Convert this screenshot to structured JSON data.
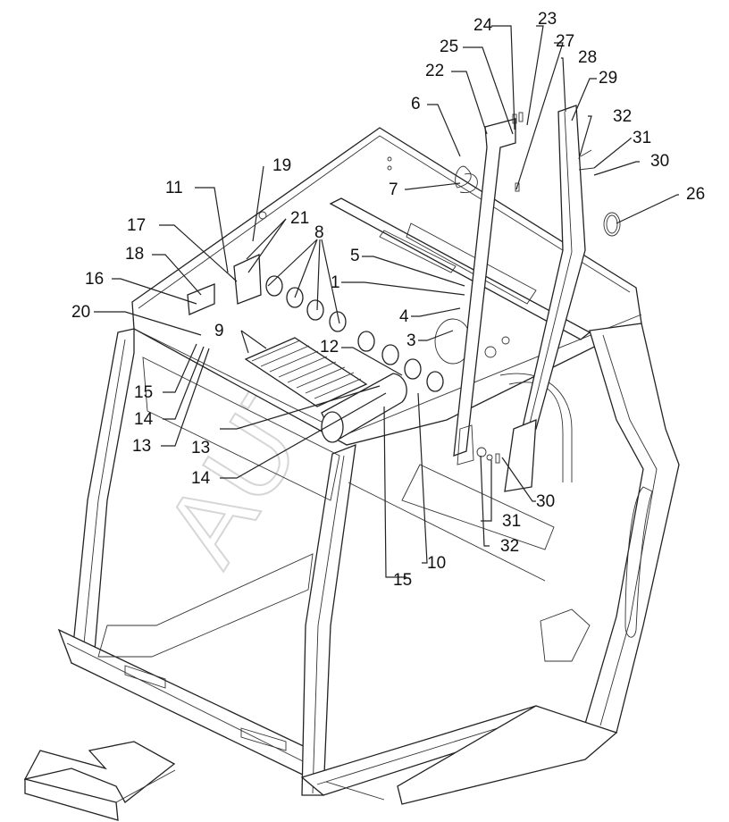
{
  "watermark": "AUTO",
  "labels": [
    {
      "id": "l24",
      "text": "24"
    },
    {
      "id": "l23",
      "text": "23"
    },
    {
      "id": "l25",
      "text": "25"
    },
    {
      "id": "l27",
      "text": "27"
    },
    {
      "id": "l22",
      "text": "22"
    },
    {
      "id": "l28",
      "text": "28"
    },
    {
      "id": "l29",
      "text": "29"
    },
    {
      "id": "l6",
      "text": "6"
    },
    {
      "id": "l32a",
      "text": "32"
    },
    {
      "id": "l31a",
      "text": "31"
    },
    {
      "id": "l30a",
      "text": "30"
    },
    {
      "id": "l19",
      "text": "19"
    },
    {
      "id": "l7",
      "text": "7"
    },
    {
      "id": "l11",
      "text": "11"
    },
    {
      "id": "l26",
      "text": "26"
    },
    {
      "id": "l21",
      "text": "21"
    },
    {
      "id": "l17",
      "text": "17"
    },
    {
      "id": "l8",
      "text": "8"
    },
    {
      "id": "l5",
      "text": "5"
    },
    {
      "id": "l18",
      "text": "18"
    },
    {
      "id": "l16",
      "text": "16"
    },
    {
      "id": "l1",
      "text": "1"
    },
    {
      "id": "l20",
      "text": "20"
    },
    {
      "id": "l4",
      "text": "4"
    },
    {
      "id": "l9",
      "text": "9"
    },
    {
      "id": "l3",
      "text": "3"
    },
    {
      "id": "l12",
      "text": "12"
    },
    {
      "id": "l15a",
      "text": "15"
    },
    {
      "id": "l14a",
      "text": "14"
    },
    {
      "id": "l13a",
      "text": "13"
    },
    {
      "id": "l13b",
      "text": "13"
    },
    {
      "id": "l14b",
      "text": "14"
    },
    {
      "id": "l30b",
      "text": "30"
    },
    {
      "id": "l31b",
      "text": "31"
    },
    {
      "id": "l32b",
      "text": "32"
    },
    {
      "id": "l10",
      "text": "10"
    },
    {
      "id": "l15b",
      "text": "15"
    }
  ]
}
